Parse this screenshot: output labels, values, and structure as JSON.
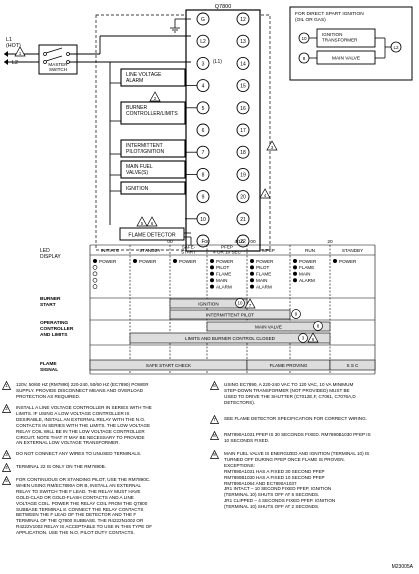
{
  "diagram": {
    "device": "Q7800",
    "left_terminals": [
      "G",
      "L2",
      "3",
      "4",
      "5",
      "6",
      "7",
      "8",
      "9",
      "10",
      "F"
    ],
    "right_terminals": [
      "12",
      "13",
      "14",
      "15",
      "16",
      "17",
      "18",
      "19",
      "20",
      "21",
      "22"
    ],
    "terminal_3_suffix": "(L1)",
    "l1_label": "L1\n(HOT)",
    "l2_label": "L2",
    "master_switch": "MASTER\nSWITCH",
    "loads": [
      {
        "label": "LINE VOLTAGE\nALARM"
      },
      {
        "label": "BURNER\nCONTROLLER/LIMITS"
      },
      {
        "label": "INTERMITTENT\nPILOT/IGNITION"
      },
      {
        "label": "MAIN FUEL\nVALVE(S)"
      },
      {
        "label": "IGNITION"
      }
    ],
    "flame_detector": "FLAME DETECTOR",
    "spark_box": {
      "title": "FOR DIRECT SPART IGNITION\n(OIL OR GAS)",
      "terminal_10": "10",
      "terminal_8": "8",
      "ignition_transformer": "IGNITION\nTRANSFORMER",
      "main_valve": "MAIN VALVE",
      "l2": "L2"
    },
    "note_refs": [
      "1",
      "2",
      "3",
      "4",
      "5",
      "6"
    ]
  },
  "sequence": {
    "led_display_label": "LED\nDISPLAY",
    "time_labels": [
      "00",
      "00",
      "4/10",
      "00",
      "20"
    ],
    "phases": [
      "INITIATE",
      "STANDBY",
      "SAFE-\nSTART",
      "PFEP\n4 OR 10 SEC",
      "MFEP",
      "RUN",
      "STANDBY"
    ],
    "leds": [
      [
        "POWER"
      ],
      [
        "POWER"
      ],
      [
        "POWER"
      ],
      [
        "POWER",
        "PILOT",
        "FLAME",
        "MAIN",
        "ALARM"
      ],
      [
        "POWER",
        "PILOT",
        "FLAME",
        "MAIN",
        "ALARM"
      ],
      [
        "POWER",
        "FLAME",
        "MAIN",
        "ALARM"
      ],
      [
        "POWER"
      ]
    ],
    "row_labels": [
      "BURNER\nSTART",
      "OPERATING\nCONTROLLER\nAND LIMITS",
      "FLAME\nSIGNAL"
    ],
    "bars": {
      "ignition": "IGNITION",
      "intermittent_pilot": "INTERMITTENT PILOT",
      "main_valve": "MAIN VALVE",
      "limits": "LIMITS AND BURNER CONTROL CLOSED",
      "safe_start_check": "SAFE START CHECK",
      "flame_proving": "FLAME PROVING",
      "ssc": "S S C"
    },
    "bar_refs": {
      "ignition": [
        "10",
        "7"
      ],
      "intermittent": [
        "9"
      ],
      "main_valve": [
        "8"
      ],
      "limits": [
        "3",
        "6"
      ]
    }
  },
  "notes": [
    {
      "num": "1",
      "text": "120V, 50/60 HZ (RM7890) 220-240, 50/60 HZ (EC7890) POWER\nSUPPLY.  PROVIDE DISCONNECT MEANS AND OVERLOAD\nPROTECTION AS REQUIRED."
    },
    {
      "num": "2",
      "text": "INSTALL A LINE VOLTAGE CONTROLLER IN SERIES WITH THE\nLIMITS.  IF USING A LOW VOLTAGE CONTROLLER IS\nDESIRABLE, INSTALL AN EXTERNAL RELAY WITH THE N.O.\nCONTACTS IN SERIES WITH THE LIMITS. THE LOW VOLTAGE\nRELAY COIL WILL BE IN THE LOW VOLTAGE CONTROLLER\nCIRCUIT.  NOTE THAT IT MAY BE NECESSARY TO PROVIDE\nAN EXTERNAL LOW VOLTAGE TRANSFORMER."
    },
    {
      "num": "3",
      "text": "DO NOT CONNECT ANY WIRES TO UNUSED TERMINALS."
    },
    {
      "num": "4",
      "text": "TERMINAL 22 IS ONLY ON THE RM7890B."
    },
    {
      "num": "5",
      "text": "FOR CONTINUOUS OR STANDING PILOT, USE THE RM7890C.\nWHEN USING RM/EC7890A OR B, INSTALL AN EXTERNAL\nRELAY TO SWITCH  THE F LEAD.  THE RELAY MUST HAVE\nGOLD-CLAD OR GOLD-FLASH CONTACTS AND A LINE\nVOLTAGE COIL.  POWER THE RELAY COIL FROM THE Q7800\nSUBBASE TERMINAL 8.  CONNECT THE RELAY CONTACTS\nBETWEEN THE F LEAD OF THE DETECTOR AND THE F\nTERMINAL OF THE Q7800 SUBBASE.  THE R4222N1002 OR\nR4222V1002 RELAY IS ACCEPTABLE TO USE IN THIS TYPE OF\nAPPLICATION.  USE THE N.O. PILOT DUTY CONTACTS."
    },
    {
      "num": "6",
      "text": "USING EC7890, A 220-240 VAC TO 120 VAC, 10 VA MINIMUM\nSTEP-DOWN TRANSFORMER (NOT PROVIDED) MUST BE\nUSED TO DRIVE THE SHUTTER (C7012E,F, C7061, C7076A,D\nDETECTORS)."
    },
    {
      "num": "7",
      "text": "SEE FLAME DETECTOR SPECIFICATION FOR CORRECT WIRING."
    },
    {
      "num": "8",
      "text": "RM7890A1031 PFEP IS 30 SECONDS FIXED.  RM7890B1030 PFEP IS\n10 SECONDS FIXED."
    },
    {
      "num": "9",
      "text": "MAIN FUEL VALVE IS ENERGIZED AND IGNITION (TERMINAL 10) IS\nTURNED OFF DURING PFEP ONCE FLAME IS PROVEN.\nEXCEPTIONS:\n    RM7890A1031 HAS A FIXED 30 SECOND PFEP\n    RM7890B1030 HAS A FIXED 10 SECOND PFEP\n    RM7890A1064 AND EC7890A1037\n        JR1 INTACT – 10 SECOND FIXED PFEP, IGNITION\n             (TERMINAL 10) SHUTS OFF AT 6 SECONDS.\n        JR1 CLIPPED – 4 SECONDS FIXED PFEP. IGNITION\n             (TERMINAL 10) SHUTS OFF AT 2 SECONDS."
    }
  ],
  "drawing_id": "M23005A"
}
